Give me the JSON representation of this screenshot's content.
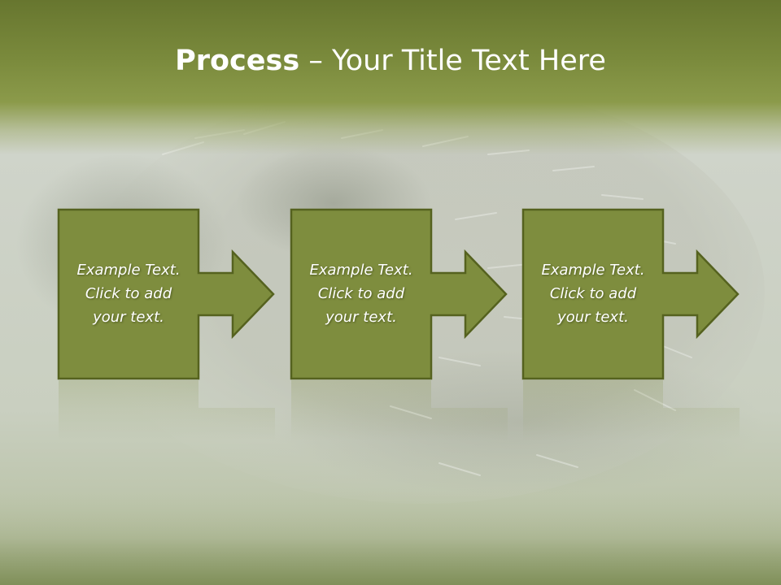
{
  "slide": {
    "title_bold": "Process",
    "title_dash": "–",
    "title_rest": "Your Title Text Here"
  },
  "steps": [
    {
      "line1": "Example Text.",
      "line2": "Click  to add",
      "line3": "your text."
    },
    {
      "line1": "Example Text.",
      "line2": "Click  to add",
      "line3": "your text."
    },
    {
      "line1": "Example Text.",
      "line2": "Click  to add",
      "line3": "your text."
    }
  ],
  "colors": {
    "title_band": "#7a8a3c",
    "box_fill": "#7e8d3e",
    "box_stroke": "#55621f",
    "title_text": "#ffffff",
    "box_text": "#ffffff"
  },
  "icons": {
    "step_arrow": "arrow-right-icon",
    "background_photo": "hedgehog-photo"
  }
}
